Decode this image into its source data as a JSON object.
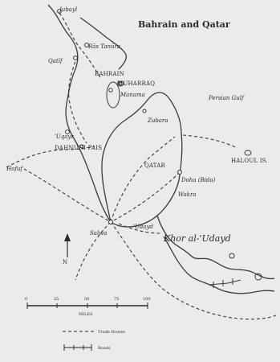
{
  "map": {
    "title": "Bahrain and Qatar",
    "places": {
      "jubayl": "Jubayl",
      "ras_tanura": "Rās Tanūra",
      "qatif": "Qatīf",
      "bahrain": "BAHRAIN",
      "muharraq": "MUHARRAQ",
      "manama": "Manama",
      "persian_gulf": "Persian Gulf",
      "zubara": "Zubara",
      "uqayr": "'Uqayr",
      "dahr_bounds": "DAHNUNI-PAIS",
      "hofuf": "Hofuf",
      "qatar": "QATAR",
      "haloul": "HALOUL IS.",
      "doha": "Doha (Bida)",
      "wakra": "Wakra",
      "salwa": "Salwa",
      "udayd": "'Udayd",
      "khor_al_udayd": "Khor al-'Udayd"
    },
    "north_label": "N",
    "scale": {
      "ticks": [
        "0",
        "25",
        "50",
        "75",
        "100"
      ],
      "unit": "MILES"
    },
    "legend": {
      "trade_routes": "Trade Routes",
      "roads": "Roads"
    }
  }
}
